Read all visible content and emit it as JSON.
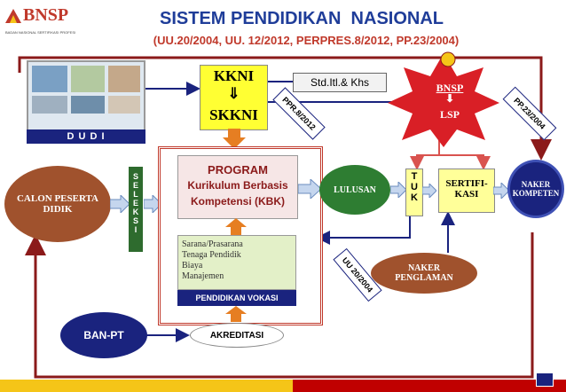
{
  "logo": {
    "name": "BNSP",
    "tagline": "BADAN NASIONAL SERTIFIKASI PROFESI"
  },
  "header": {
    "title": "SISTEM PENDIDIKAN  NASIONAL",
    "subtitle": "(UU.20/2004, UU. 12/2012, PERPRES.8/2012, PP.23/2004)"
  },
  "nodes": {
    "dudi": "D U D I",
    "kkni": "KKNI",
    "arrow_down": "⇓",
    "skkni": "SKKNI",
    "std": "Std.Itl.& Khs",
    "bnsp": "BNSP",
    "bnsp_arrow": "⬇",
    "lsp": "LSP",
    "calon_line1": "CALON PESERTA",
    "calon_line2": "DIDIK",
    "seleksi": [
      "S",
      "E",
      "L",
      "E",
      "K",
      "S",
      "I"
    ],
    "program_title": "PROGRAM",
    "program_line2": "Kurikulum Berbasis",
    "program_line3": "Kompetensi (KBK)",
    "sarana": [
      "Sarana/Prasarana",
      "Tenaga Pendidik",
      "Biaya",
      "Manajemen"
    ],
    "vokasi": "PENDIDIKAN VOKASI",
    "lulusan": "LULUSAN",
    "tuk": [
      "T",
      "U",
      "K"
    ],
    "sertifikasi_line1": "SERTIFI-",
    "sertifikasi_line2": "KASI",
    "naker_kompeten_line1": "NAKER",
    "naker_kompeten_line2": "KOMPETEN",
    "naker_pengalaman_line1": "NAKER",
    "naker_pengalaman_line2": "PENGLAMAN",
    "banpt": "BAN-PT",
    "akreditasi": "AKREDITASI"
  },
  "tags": {
    "ppr": "PPR.8/2012",
    "pp23": "PP.23/2004",
    "uu20": "UU 20/2004"
  },
  "colors": {
    "title_blue": "#1f3d99",
    "subtitle_red": "#c0392b",
    "brown": "#8b4513",
    "dark_red": "#8b1a1a",
    "yellow": "#ffff33",
    "green": "#2e7d32",
    "navy": "#1a237e",
    "orange": "#e67e22",
    "bottom_yellow": "#f5c518",
    "bottom_red": "#c00000"
  }
}
